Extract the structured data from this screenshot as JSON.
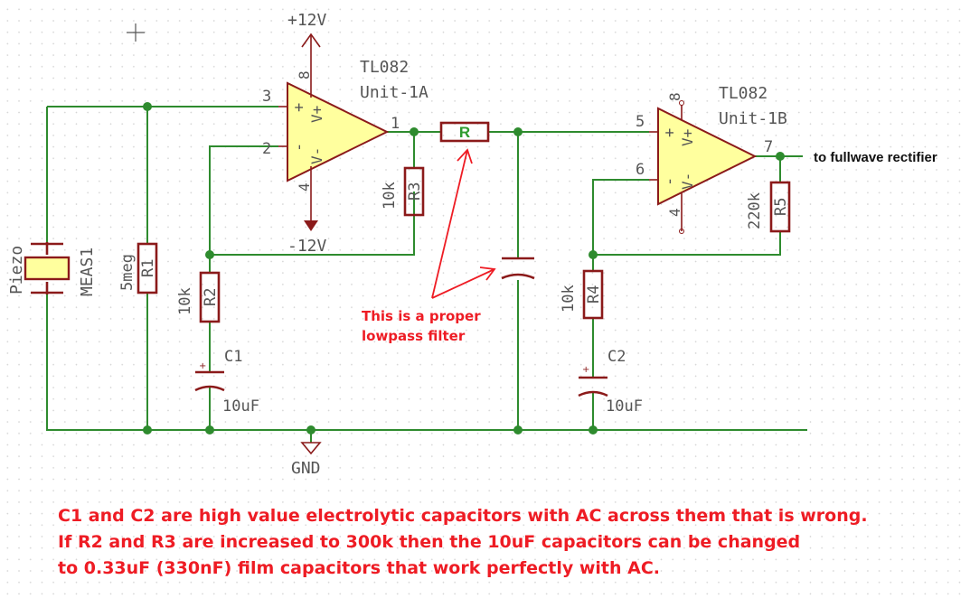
{
  "schematic": {
    "power": {
      "vpos": "+12V",
      "vneg": "-12V",
      "gnd": "GND"
    },
    "opamp1": {
      "part": "TL082",
      "unit": "Unit-1A",
      "pin_out": "1",
      "pin_noninv": "3",
      "pin_inv": "2",
      "pin_vpos": "8",
      "pin_vneg": "4",
      "plus": "+",
      "minus": "-",
      "vp": "V+",
      "vm": "V-"
    },
    "opamp2": {
      "part": "TL082",
      "unit": "Unit-1B",
      "pin_out": "7",
      "pin_noninv": "5",
      "pin_inv": "6",
      "pin_vpos": "8",
      "pin_vneg": "4",
      "plus": "+",
      "minus": "-",
      "vp": "V+",
      "vm": "V-"
    },
    "meas1": {
      "ref": "MEAS1",
      "value": "Piezo"
    },
    "r1": {
      "ref": "R1",
      "value": "5meg"
    },
    "r2": {
      "ref": "R2",
      "value": "10k"
    },
    "r3": {
      "ref": "R3",
      "value": "10k"
    },
    "r4": {
      "ref": "R4",
      "value": "10k"
    },
    "r5": {
      "ref": "R5",
      "value": "220k"
    },
    "r_added": {
      "ref": "R"
    },
    "c1": {
      "ref": "C1",
      "value": "10uF",
      "polarity": "+"
    },
    "c2": {
      "ref": "C2",
      "value": "10uF",
      "polarity": "+"
    },
    "output_label": "to fullwave rectifier"
  },
  "annotations": {
    "filter_note_line1": "This is a proper",
    "filter_note_line2": "lowpass filter",
    "footer": [
      "C1 and C2 are high value electrolytic capacitors with AC across them that is wrong.",
      "If R2 and R3 are increased to 300k then the 10uF capacitors can be changed",
      "to 0.33uF (330nF) film capacitors that work perfectly with AC."
    ]
  }
}
